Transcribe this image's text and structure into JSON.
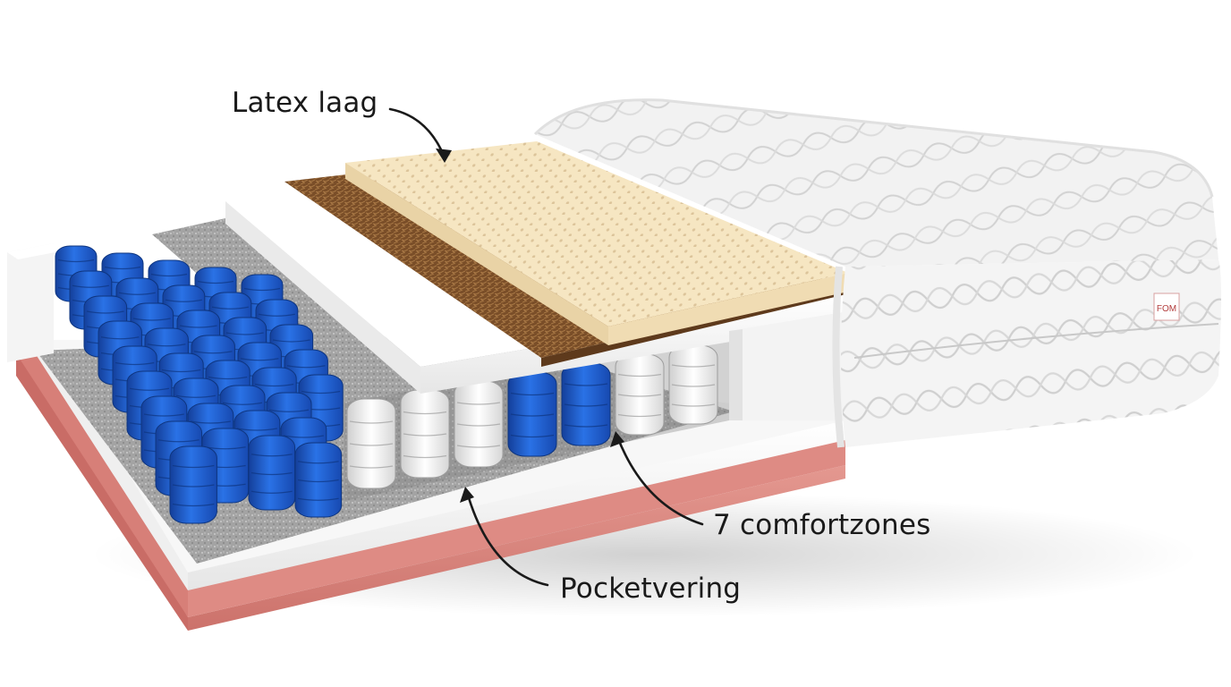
{
  "callouts": {
    "latex": "Latex laag",
    "comfort_zones": "7 comfortzones",
    "pocket_springs": "Pocketvering"
  },
  "brand_tag": "FOM",
  "colors": {
    "pocket_spring_blue": "#1f5fd1",
    "pocket_spring_white": "#ededed",
    "latex": "#f6e6c2",
    "coconut": "#7a4e28",
    "felt": "#9a9a9a",
    "base_foam_pink": "#d9837c",
    "foam_white": "#f6f6f6",
    "cover_quilted": "#f1f1f1",
    "arrow": "#1a1a1a"
  }
}
